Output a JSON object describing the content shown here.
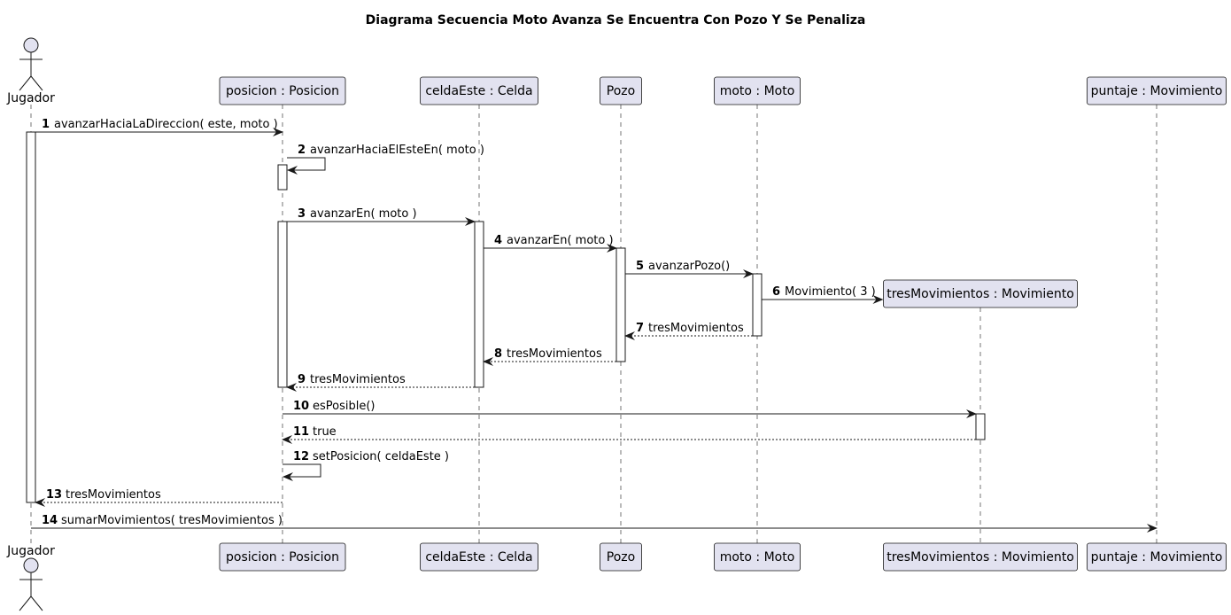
{
  "title": "Diagrama Secuencia Moto Avanza Se Encuentra Con Pozo Y Se Penaliza",
  "participants": [
    {
      "id": "jugador",
      "label": "Jugador",
      "kind": "actor"
    },
    {
      "id": "posicion",
      "label": "posicion : Posicion",
      "kind": "participant"
    },
    {
      "id": "celdaEste",
      "label": "celdaEste : Celda",
      "kind": "participant"
    },
    {
      "id": "pozo",
      "label": "Pozo",
      "kind": "participant"
    },
    {
      "id": "moto",
      "label": "moto : Moto",
      "kind": "participant"
    },
    {
      "id": "tresMovimientos",
      "label": "tresMovimientos : Movimiento",
      "kind": "participant",
      "created": true
    },
    {
      "id": "puntaje",
      "label": "puntaje : Movimiento",
      "kind": "participant"
    }
  ],
  "messages": [
    {
      "num": "1",
      "text": "avanzarHaciaLaDireccion( este, moto )",
      "from": "jugador",
      "to": "posicion",
      "kind": "sync"
    },
    {
      "num": "2",
      "text": "avanzarHaciaElEsteEn( moto )",
      "from": "posicion",
      "to": "posicion",
      "kind": "self"
    },
    {
      "num": "3",
      "text": "avanzarEn( moto )",
      "from": "posicion",
      "to": "celdaEste",
      "kind": "sync"
    },
    {
      "num": "4",
      "text": "avanzarEn( moto )",
      "from": "celdaEste",
      "to": "pozo",
      "kind": "sync"
    },
    {
      "num": "5",
      "text": "avanzarPozo()",
      "from": "pozo",
      "to": "moto",
      "kind": "sync"
    },
    {
      "num": "6",
      "text": "Movimiento( 3 )",
      "from": "moto",
      "to": "tresMovimientos",
      "kind": "create"
    },
    {
      "num": "7",
      "text": "tresMovimientos",
      "from": "moto",
      "to": "pozo",
      "kind": "return"
    },
    {
      "num": "8",
      "text": "tresMovimientos",
      "from": "pozo",
      "to": "celdaEste",
      "kind": "return"
    },
    {
      "num": "9",
      "text": "tresMovimientos",
      "from": "celdaEste",
      "to": "posicion",
      "kind": "return"
    },
    {
      "num": "10",
      "text": "esPosible()",
      "from": "posicion",
      "to": "tresMovimientos",
      "kind": "sync"
    },
    {
      "num": "11",
      "text": "true",
      "from": "tresMovimientos",
      "to": "posicion",
      "kind": "return"
    },
    {
      "num": "12",
      "text": "setPosicion( celdaEste )",
      "from": "posicion",
      "to": "posicion",
      "kind": "self"
    },
    {
      "num": "13",
      "text": "tresMovimientos",
      "from": "posicion",
      "to": "jugador",
      "kind": "return"
    },
    {
      "num": "14",
      "text": "sumarMovimientos( tresMovimientos )",
      "from": "jugador",
      "to": "puntaje",
      "kind": "sync"
    }
  ],
  "colors": {
    "box_fill": "#e2e2f0",
    "stroke": "#181818",
    "text": "#000000"
  }
}
